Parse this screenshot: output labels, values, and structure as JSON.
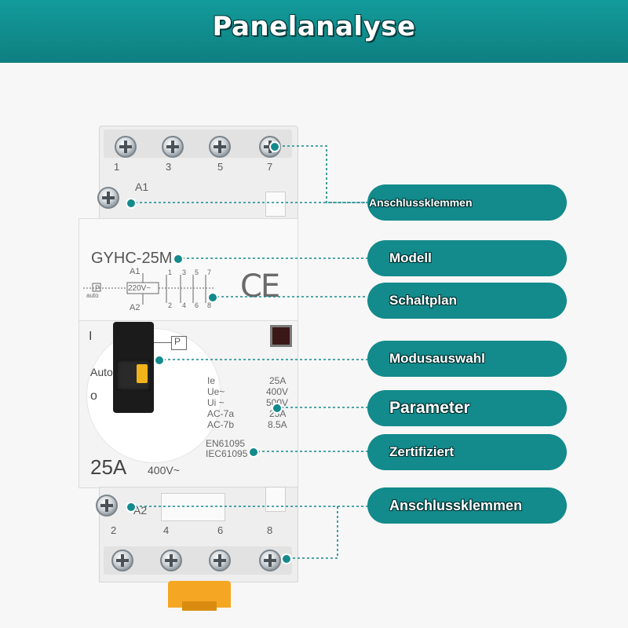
{
  "header": {
    "title": "Panelanalyse"
  },
  "device": {
    "top_terminals": [
      "1",
      "3",
      "5",
      "7"
    ],
    "bottom_terminals": [
      "2",
      "4",
      "6",
      "8"
    ],
    "a1_label": "A1",
    "a2_label": "A2",
    "model": "GYHC-25M",
    "schematic": {
      "a1": "A1",
      "a2": "A2",
      "voltage": "220V~",
      "contacts_top": [
        "1",
        "3",
        "5",
        "7"
      ],
      "contacts_bottom": [
        "2",
        "4",
        "6",
        "8"
      ],
      "auto": "auto",
      "p": "P"
    },
    "ce_mark": "CE",
    "mode_labels": {
      "i": "I",
      "auto": "Auto",
      "o": "o",
      "p": "P"
    },
    "params": [
      {
        "label": "Ie",
        "value": "25A"
      },
      {
        "label": "Ue~",
        "value": "400V"
      },
      {
        "label": "Ui ~",
        "value": "500V"
      },
      {
        "label": "AC-7a",
        "value": "25A"
      },
      {
        "label": "AC-7b",
        "value": "8.5A"
      }
    ],
    "standards": [
      "EN61095",
      "IEC61095"
    ],
    "rating": "25A",
    "rated_voltage": "400V~"
  },
  "callouts": [
    "Anschlussklemmen",
    "Modell",
    "Schaltplan",
    "Modusauswahl",
    "Parameter",
    "Zertifiziert",
    "Anschlussklemmen"
  ],
  "colors": {
    "teal": "#138a8b",
    "header": "#0e7f80",
    "yellow_switch": "#f2b21a",
    "din_clip": "#f5a623"
  }
}
